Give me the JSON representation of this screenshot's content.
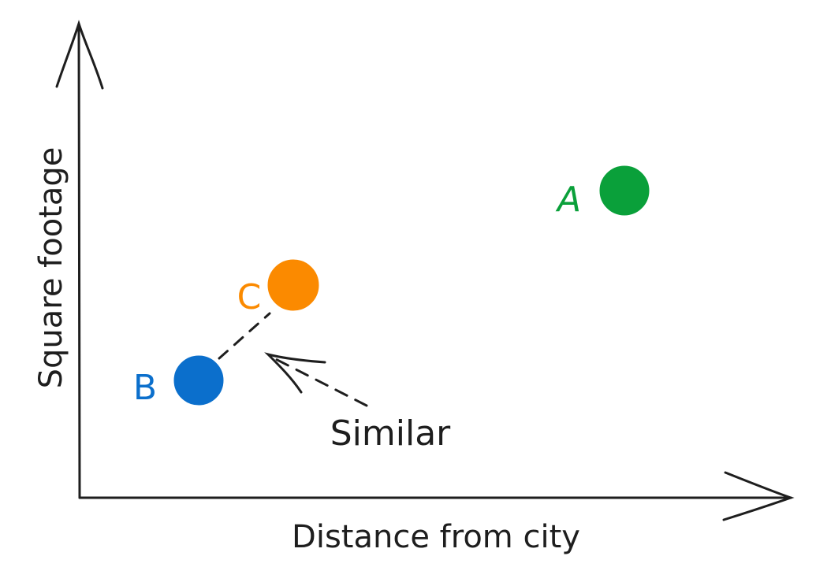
{
  "axes": {
    "x_label": "Distance from city",
    "y_label": "Square footage"
  },
  "points": [
    {
      "label": "A",
      "color": "#0aa03a"
    },
    {
      "label": "B",
      "color": "#0b6fcc"
    },
    {
      "label": "C",
      "color": "#fb8a00"
    }
  ],
  "annotation": {
    "text": "Similar",
    "color": "#1e1e1e"
  },
  "stroke_color": "#1e1e1e"
}
